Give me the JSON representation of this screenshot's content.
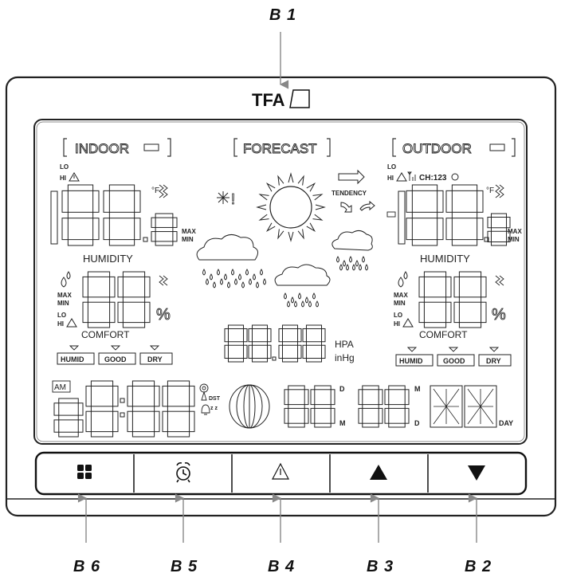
{
  "device": {
    "brand": "TFA",
    "callouts": {
      "b1": "B 1",
      "b2": "B 2",
      "b3": "B 3",
      "b4": "B 4",
      "b5": "B 5",
      "b6": "B 6"
    },
    "display": {
      "indoor_label": "INDOOR",
      "forecast_label": "FORECAST",
      "outdoor_label": "OUTDOOR",
      "lo": "LO",
      "hi": "HI",
      "max": "MAX",
      "min": "MIN",
      "humidity": "HUMIDITY",
      "percent": "%",
      "comfort": "COMFORT",
      "humid": "HUMID",
      "good": "GOOD",
      "dry": "DRY",
      "tendency": "TENDENCY",
      "channel": "CH:123",
      "hpa": "HPA",
      "inhg": "inHg",
      "am": "AM",
      "dst": "DST",
      "zz": "z z",
      "d": "D",
      "m": "M",
      "day": "DAY",
      "celsius_f": "°F"
    },
    "buttons": [
      {
        "name": "mode",
        "icon": "grid-icon"
      },
      {
        "name": "alarm",
        "icon": "alarm-clock-icon"
      },
      {
        "name": "alert",
        "icon": "warning-icon"
      },
      {
        "name": "up",
        "icon": "triangle-up-icon"
      },
      {
        "name": "down",
        "icon": "triangle-down-icon"
      }
    ]
  }
}
